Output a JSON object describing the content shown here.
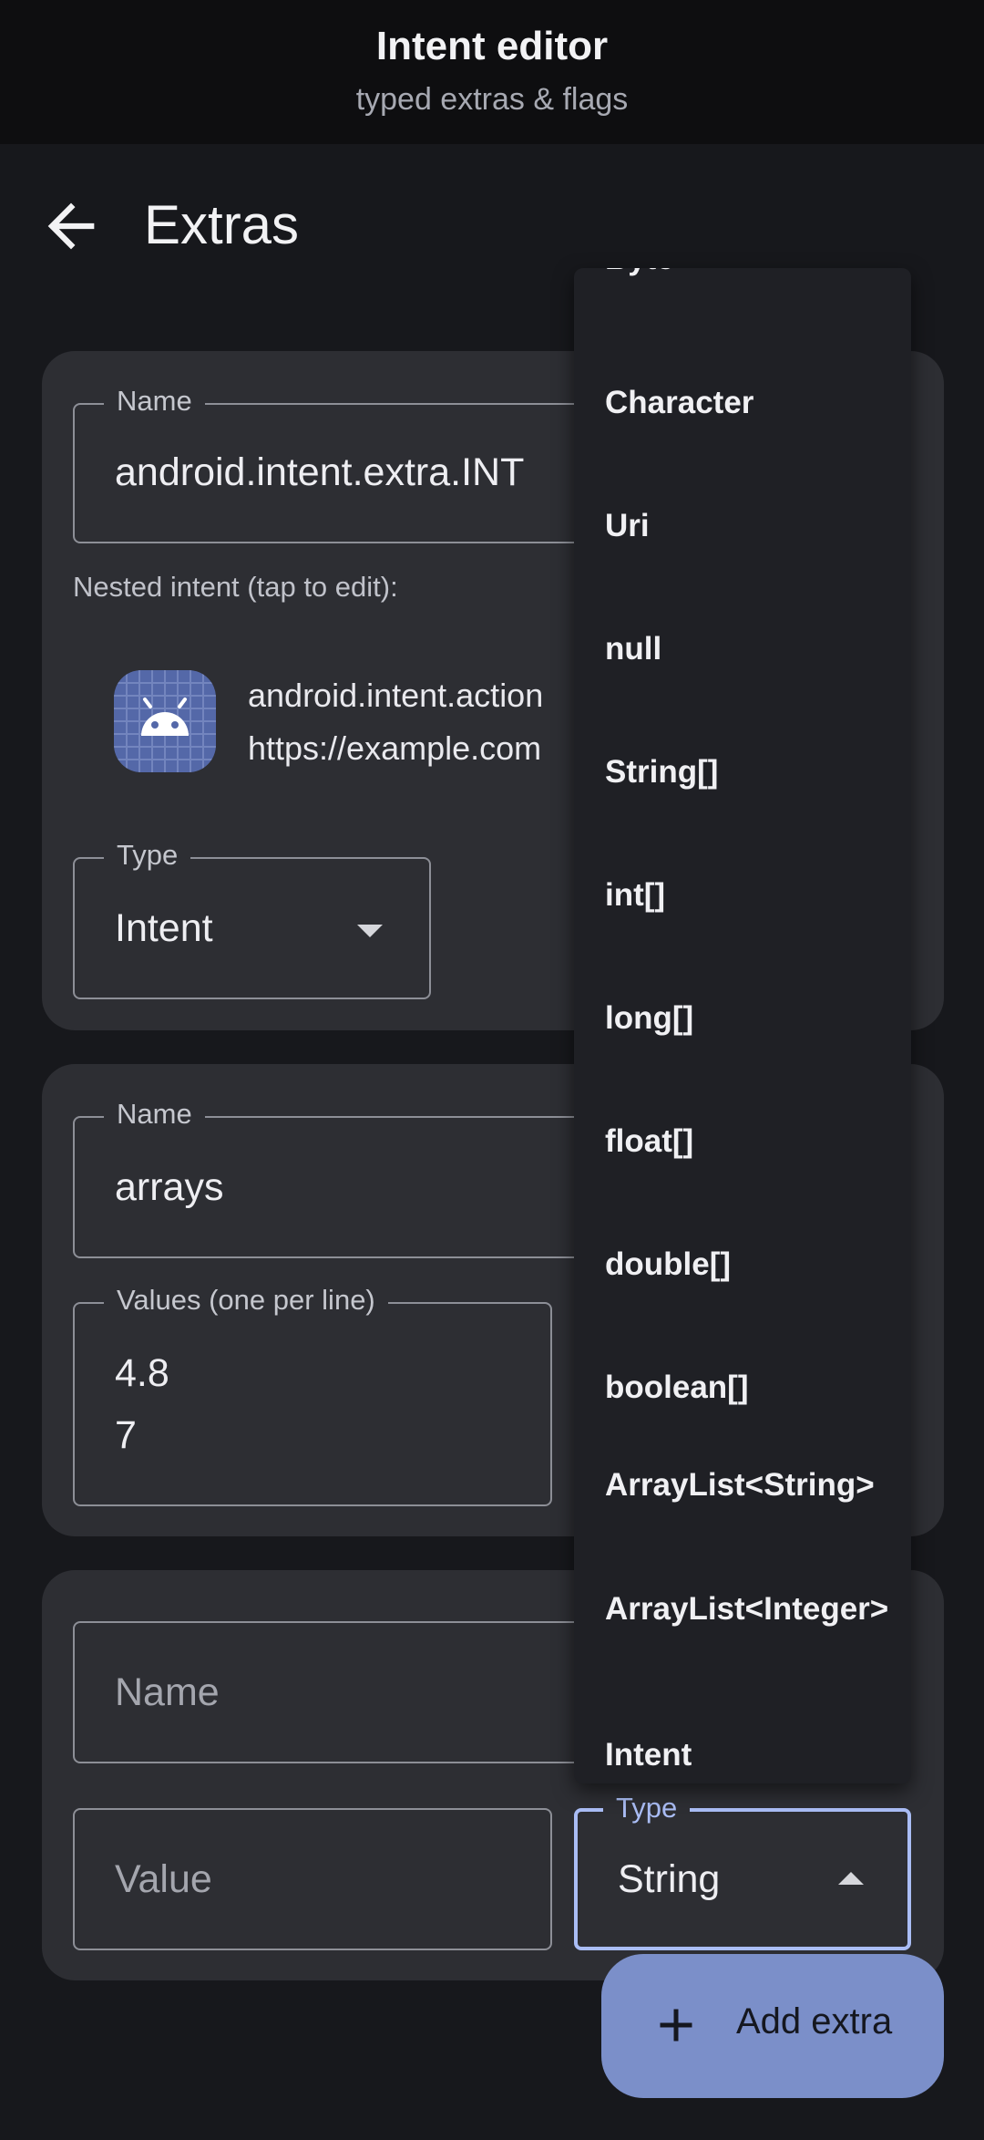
{
  "top_bar": {
    "title": "Intent editor",
    "subtitle": "typed extras & flags"
  },
  "app_bar": {
    "title": "Extras"
  },
  "extras": [
    {
      "name_label": "Name",
      "name_value": "android.intent.extra.INT",
      "nested_label": "Nested intent (tap to edit):",
      "nested_line1": "android.intent.action",
      "nested_line2": "https://example.com",
      "type_label": "Type",
      "type_value": "Intent"
    },
    {
      "name_label": "Name",
      "name_value": "arrays",
      "values_label": "Values (one per line)",
      "values": [
        "4.8",
        "7"
      ]
    },
    {
      "name_placeholder": "Name",
      "value_placeholder": "Value",
      "type_label": "Type",
      "type_value": "String"
    }
  ],
  "type_menu": {
    "items": [
      "Byte",
      "Character",
      "Uri",
      "null",
      "String[]",
      "int[]",
      "long[]",
      "float[]",
      "double[]",
      "boolean[]",
      "ArrayList<String>",
      "ArrayList<Integer>",
      "Intent"
    ]
  },
  "fab": {
    "label": "Add extra"
  },
  "colors": {
    "accent": "#aabdf5",
    "fab": "#7b8fc9",
    "card": "#2d2e33",
    "background": "#17181c"
  }
}
